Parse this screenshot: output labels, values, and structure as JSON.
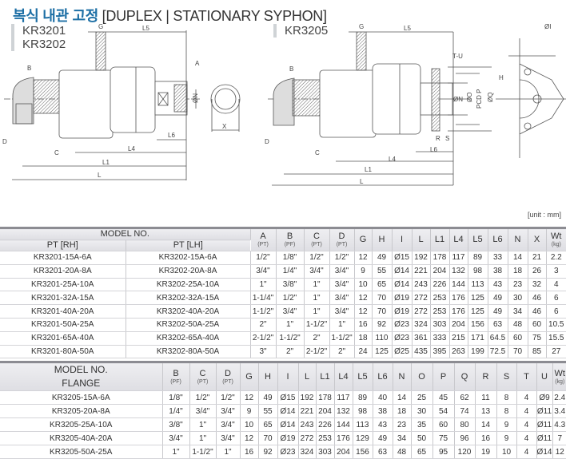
{
  "title": {
    "korean": "복식 내관 고정",
    "english": "[DUPLEX | STATIONARY SYPHON]"
  },
  "drawing1": {
    "models": [
      "KR3201",
      "KR3202"
    ],
    "labels": {
      "G": "G",
      "L5": "L5",
      "A": "A",
      "B": "B",
      "N": "ØN",
      "X": "X",
      "L6": "L6",
      "D": "D",
      "C": "C",
      "L4": "L4",
      "L1": "L1",
      "L": "L"
    }
  },
  "drawing2": {
    "models": [
      "KR3205"
    ],
    "labels": {
      "G": "G",
      "L5": "L5",
      "TU": "T-U",
      "B": "B",
      "N": "ØN",
      "O": "ØO",
      "P": "PCD P",
      "Q": "ØQ",
      "R": "R",
      "S": "S",
      "L6": "L6",
      "D": "D",
      "C": "C",
      "L4": "L4",
      "L1": "L1",
      "L": "L",
      "I": "ØI",
      "H": "H"
    }
  },
  "unit": "[unit : mm]",
  "table1": {
    "header_model": "MODEL NO.",
    "sub": [
      "PT [RH]",
      "PT [LH]"
    ],
    "cols": [
      {
        "h": "A",
        "s": "(PT)"
      },
      {
        "h": "B",
        "s": "(PF)"
      },
      {
        "h": "C",
        "s": "(PT)"
      },
      {
        "h": "D",
        "s": "(PT)"
      },
      {
        "h": "G"
      },
      {
        "h": "H"
      },
      {
        "h": "I"
      },
      {
        "h": "L"
      },
      {
        "h": "L1"
      },
      {
        "h": "L4"
      },
      {
        "h": "L5"
      },
      {
        "h": "L6"
      },
      {
        "h": "N"
      },
      {
        "h": "X"
      },
      {
        "h": "Wt",
        "s": "(kg)"
      }
    ],
    "rows": [
      [
        "KR3201-15A-6A",
        "KR3202-15A-6A",
        "1/2\"",
        "1/8\"",
        "1/2\"",
        "1/2\"",
        "12",
        "49",
        "Ø15",
        "192",
        "178",
        "117",
        "89",
        "33",
        "14",
        "21",
        "2.2"
      ],
      [
        "KR3201-20A-8A",
        "KR3202-20A-8A",
        "3/4\"",
        "1/4\"",
        "3/4\"",
        "3/4\"",
        "9",
        "55",
        "Ø14",
        "221",
        "204",
        "132",
        "98",
        "38",
        "18",
        "26",
        "3"
      ],
      [
        "KR3201-25A-10A",
        "KR3202-25A-10A",
        "1\"",
        "3/8\"",
        "1\"",
        "3/4\"",
        "10",
        "65",
        "Ø14",
        "243",
        "226",
        "144",
        "113",
        "43",
        "23",
        "32",
        "4"
      ],
      [
        "KR3201-32A-15A",
        "KR3202-32A-15A",
        "1-1/4\"",
        "1/2\"",
        "1\"",
        "3/4\"",
        "12",
        "70",
        "Ø19",
        "272",
        "253",
        "176",
        "125",
        "49",
        "30",
        "46",
        "6"
      ],
      [
        "KR3201-40A-20A",
        "KR3202-40A-20A",
        "1-1/2\"",
        "3/4\"",
        "1\"",
        "3/4\"",
        "12",
        "70",
        "Ø19",
        "272",
        "253",
        "176",
        "125",
        "49",
        "34",
        "46",
        "6"
      ],
      [
        "KR3201-50A-25A",
        "KR3202-50A-25A",
        "2\"",
        "1\"",
        "1-1/2\"",
        "1\"",
        "16",
        "92",
        "Ø23",
        "324",
        "303",
        "204",
        "156",
        "63",
        "48",
        "60",
        "10.5"
      ],
      [
        "KR3201-65A-40A",
        "KR3202-65A-40A",
        "2-1/2\"",
        "1-1/2\"",
        "2\"",
        "1-1/2\"",
        "18",
        "110",
        "Ø23",
        "361",
        "333",
        "215",
        "171",
        "64.5",
        "60",
        "75",
        "15.5"
      ],
      [
        "KR3201-80A-50A",
        "KR3202-80A-50A",
        "3\"",
        "2\"",
        "2-1/2\"",
        "2\"",
        "24",
        "125",
        "Ø25",
        "435",
        "395",
        "263",
        "199",
        "72.5",
        "70",
        "85",
        "27"
      ]
    ]
  },
  "table2": {
    "header_model": "MODEL NO.",
    "sub": "FLANGE",
    "cols": [
      {
        "h": "B",
        "s": "(PF)"
      },
      {
        "h": "C",
        "s": "(PT)"
      },
      {
        "h": "D",
        "s": "(PT)"
      },
      {
        "h": "G"
      },
      {
        "h": "H"
      },
      {
        "h": "I"
      },
      {
        "h": "L"
      },
      {
        "h": "L1"
      },
      {
        "h": "L4"
      },
      {
        "h": "L5"
      },
      {
        "h": "L6"
      },
      {
        "h": "N"
      },
      {
        "h": "O"
      },
      {
        "h": "P"
      },
      {
        "h": "Q"
      },
      {
        "h": "R"
      },
      {
        "h": "S"
      },
      {
        "h": "T"
      },
      {
        "h": "U"
      },
      {
        "h": "Wt",
        "s": "(kg)"
      }
    ],
    "rows": [
      [
        "KR3205-15A-6A",
        "1/8\"",
        "1/2\"",
        "1/2\"",
        "12",
        "49",
        "Ø15",
        "192",
        "178",
        "117",
        "89",
        "40",
        "14",
        "25",
        "45",
        "62",
        "11",
        "8",
        "4",
        "Ø9",
        "2.4"
      ],
      [
        "KR3205-20A-8A",
        "1/4\"",
        "3/4\"",
        "3/4\"",
        "9",
        "55",
        "Ø14",
        "221",
        "204",
        "132",
        "98",
        "38",
        "18",
        "30",
        "54",
        "74",
        "13",
        "8",
        "4",
        "Ø11",
        "3.4"
      ],
      [
        "KR3205-25A-10A",
        "3/8\"",
        "1\"",
        "3/4\"",
        "10",
        "65",
        "Ø14",
        "243",
        "226",
        "144",
        "113",
        "43",
        "23",
        "35",
        "60",
        "80",
        "14",
        "9",
        "4",
        "Ø11",
        "4.3"
      ],
      [
        "KR3205-40A-20A",
        "3/4\"",
        "1\"",
        "3/4\"",
        "12",
        "70",
        "Ø19",
        "272",
        "253",
        "176",
        "129",
        "49",
        "34",
        "50",
        "75",
        "96",
        "16",
        "9",
        "4",
        "Ø11",
        "7"
      ],
      [
        "KR3205-50A-25A",
        "1\"",
        "1-1/2\"",
        "1\"",
        "16",
        "92",
        "Ø23",
        "324",
        "303",
        "204",
        "156",
        "63",
        "48",
        "65",
        "95",
        "120",
        "19",
        "10",
        "4",
        "Ø14",
        "12"
      ]
    ]
  }
}
